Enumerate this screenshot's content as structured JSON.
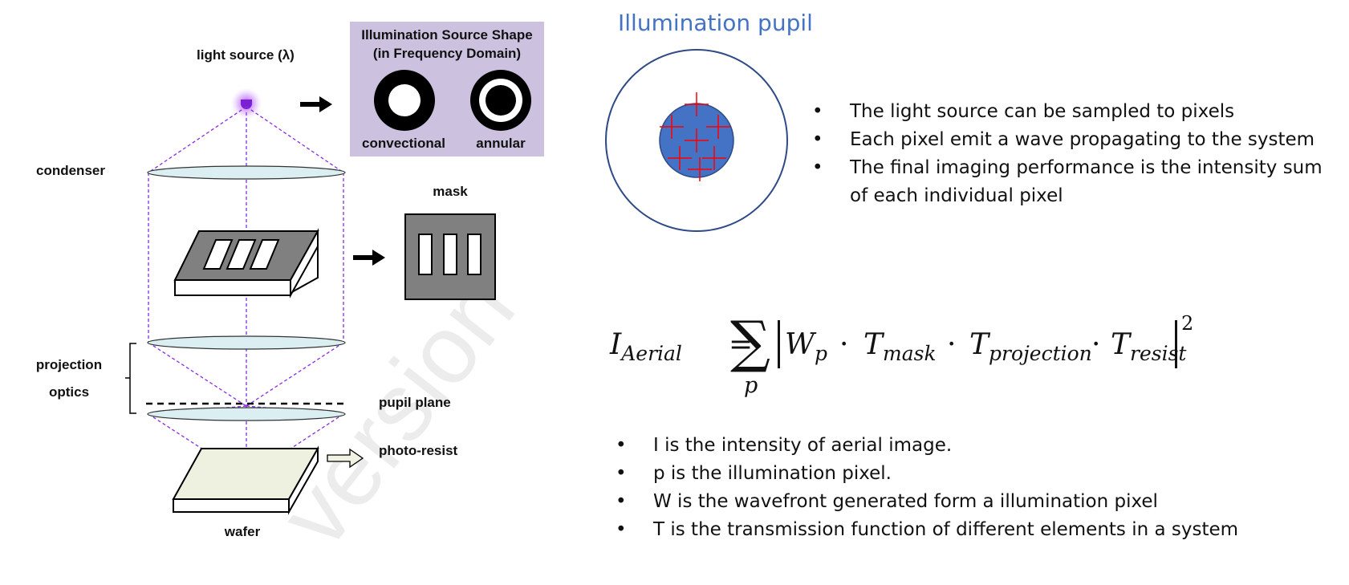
{
  "diagram": {
    "light_source_label": "light source (λ)",
    "source_shape_title_line1": "Illumination Source Shape",
    "source_shape_title_line2": "(in Frequency Domain)",
    "conventional_label": "convectional",
    "annular_label": "annular",
    "condenser_label": "condenser",
    "mask_label": "mask",
    "projection_label_line1": "projection",
    "projection_label_line2": "optics",
    "pupil_plane_label": "pupil plane",
    "photo_resist_label": "photo-resist",
    "wafer_label": "wafer",
    "watermark": "version",
    "colors": {
      "source_box": "#ccc2df",
      "lens_fill": "#dbeff3",
      "dashed_line": "#8a2be2",
      "mask_gray": "#7f7f7f",
      "wafer_fill": "#eef0e0"
    }
  },
  "pupil": {
    "title": "Illumination pupil",
    "fill_color": "#4472c4",
    "outline_color": "#2f4a87",
    "sample_marker_color": "#ff0000",
    "bullets": [
      "The light source can be sampled to pixels",
      "Each pixel emit a wave propagating to the system",
      "The final imaging performance is the intensity sum of each individual pixel"
    ]
  },
  "formula": {
    "lhs": "I",
    "lhs_sub": "Aerial",
    "equals": "=",
    "sum_symbol": "∑",
    "sum_index": "p",
    "w": "W",
    "w_sub": "p",
    "dot": "·",
    "t": "T",
    "t1_sub": "mask",
    "t2_sub": "projection",
    "t3_sub": "resist",
    "power": "2"
  },
  "definitions": [
    "I is the intensity of aerial image.",
    "p is the illumination pixel.",
    "W is the wavefront generated form a illumination pixel",
    "T is the transmission function of different elements in a system"
  ]
}
